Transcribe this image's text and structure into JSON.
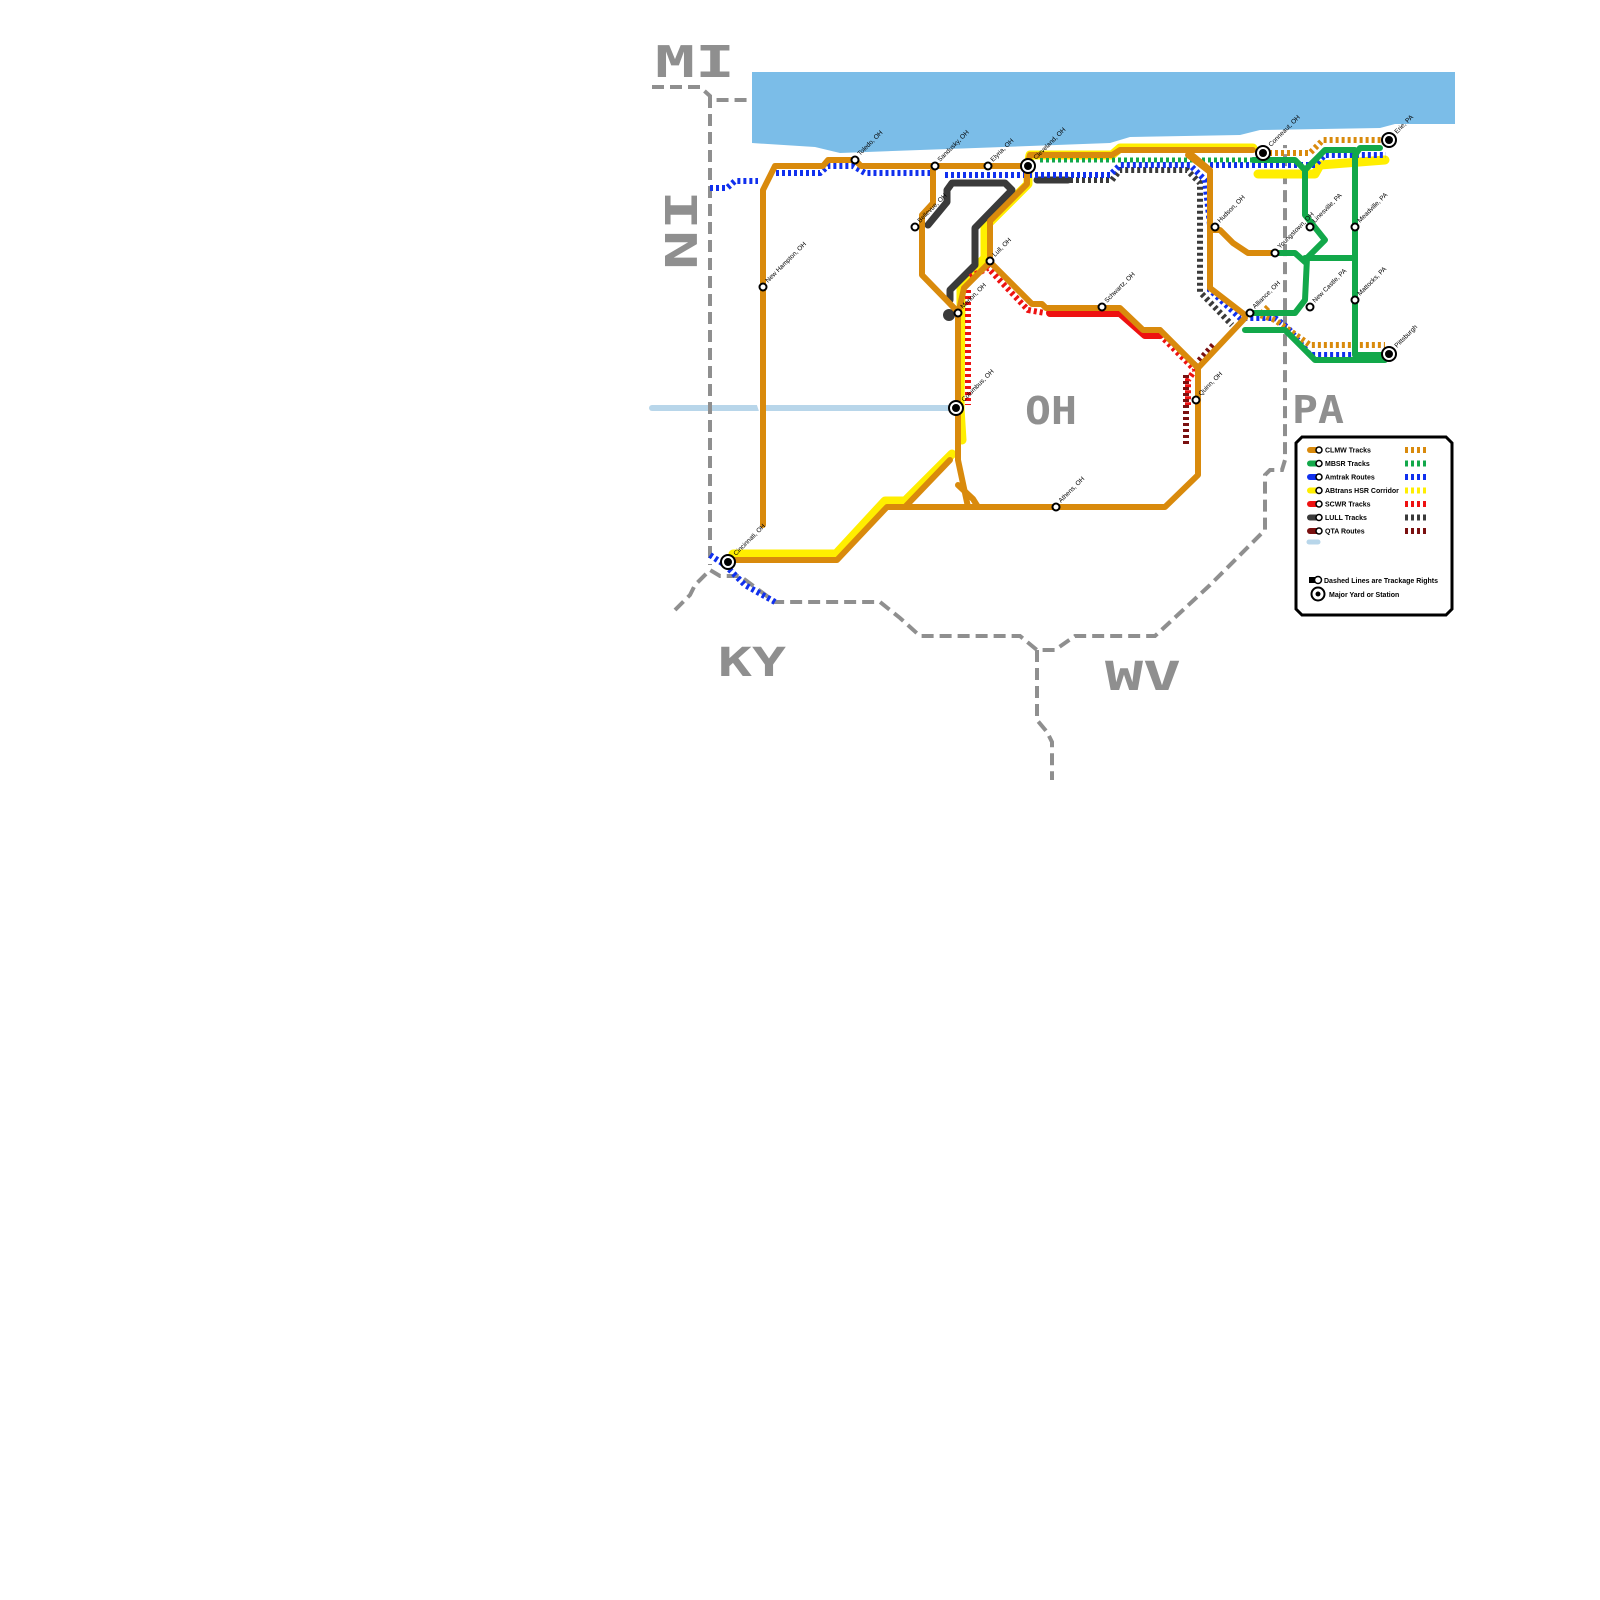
{
  "colors": {
    "lake": "#7bbde8",
    "river": "#b8d6ea",
    "border": "#8f8f8f",
    "clmw": "#d98a0c",
    "mbsr": "#12a84a",
    "amtrak": "#1030ee",
    "abtrans": "#ffee00",
    "scwr": "#ee1111",
    "lull": "#3a3a3a",
    "qta": "#7a1010"
  },
  "states": {
    "mi": "MI",
    "in": "IN",
    "oh": "OH",
    "pa": "PA",
    "ky": "KY",
    "wv": "WV"
  },
  "stations": {
    "toledo": "Toledo, OH",
    "sandusky": "Sandusky, OH",
    "elyria": "Elyria, OH",
    "cleveland": "Cleveland, OH",
    "conneaut": "Conneaut, OH",
    "erie": "Erie, PA",
    "new_hampton": "New Hampton, OH",
    "bellevue": "Bellevue, OH",
    "lull": "Lull, OH",
    "marion": "Marion, OH",
    "hudson": "Hudson, OH",
    "youngstown": "Youngstown, OH",
    "linesville": "Linesville, PA",
    "meadville": "Meadville, PA",
    "new_castle": "New Castle, PA",
    "alliance": "Alliance, OH",
    "schwartz": "Schwartz, OH",
    "mattocks": "Mattocks, PA",
    "pittsburgh": "Pittsburgh",
    "columbus": "Columbus, OH",
    "quinn": "Quinn, OH",
    "athens": "Athens, OH",
    "cincinnati": "Cincinnati, OH"
  },
  "legend": {
    "items": [
      {
        "label": "CLMW Tracks",
        "color": "#d98a0c"
      },
      {
        "label": "MBSR Tracks",
        "color": "#12a84a"
      },
      {
        "label": "Amtrak Routes",
        "color": "#1030ee"
      },
      {
        "label": "ABtrans HSR Corridor",
        "color": "#ffee00"
      },
      {
        "label": "SCWR Tracks",
        "color": "#ee1111"
      },
      {
        "label": "LULL Tracks",
        "color": "#3a3a3a"
      },
      {
        "label": "QTA Routes",
        "color": "#7a1010"
      }
    ],
    "dashed_note": "Dashed Lines are Trackage Rights",
    "major_note": "Major Yard or Station"
  }
}
